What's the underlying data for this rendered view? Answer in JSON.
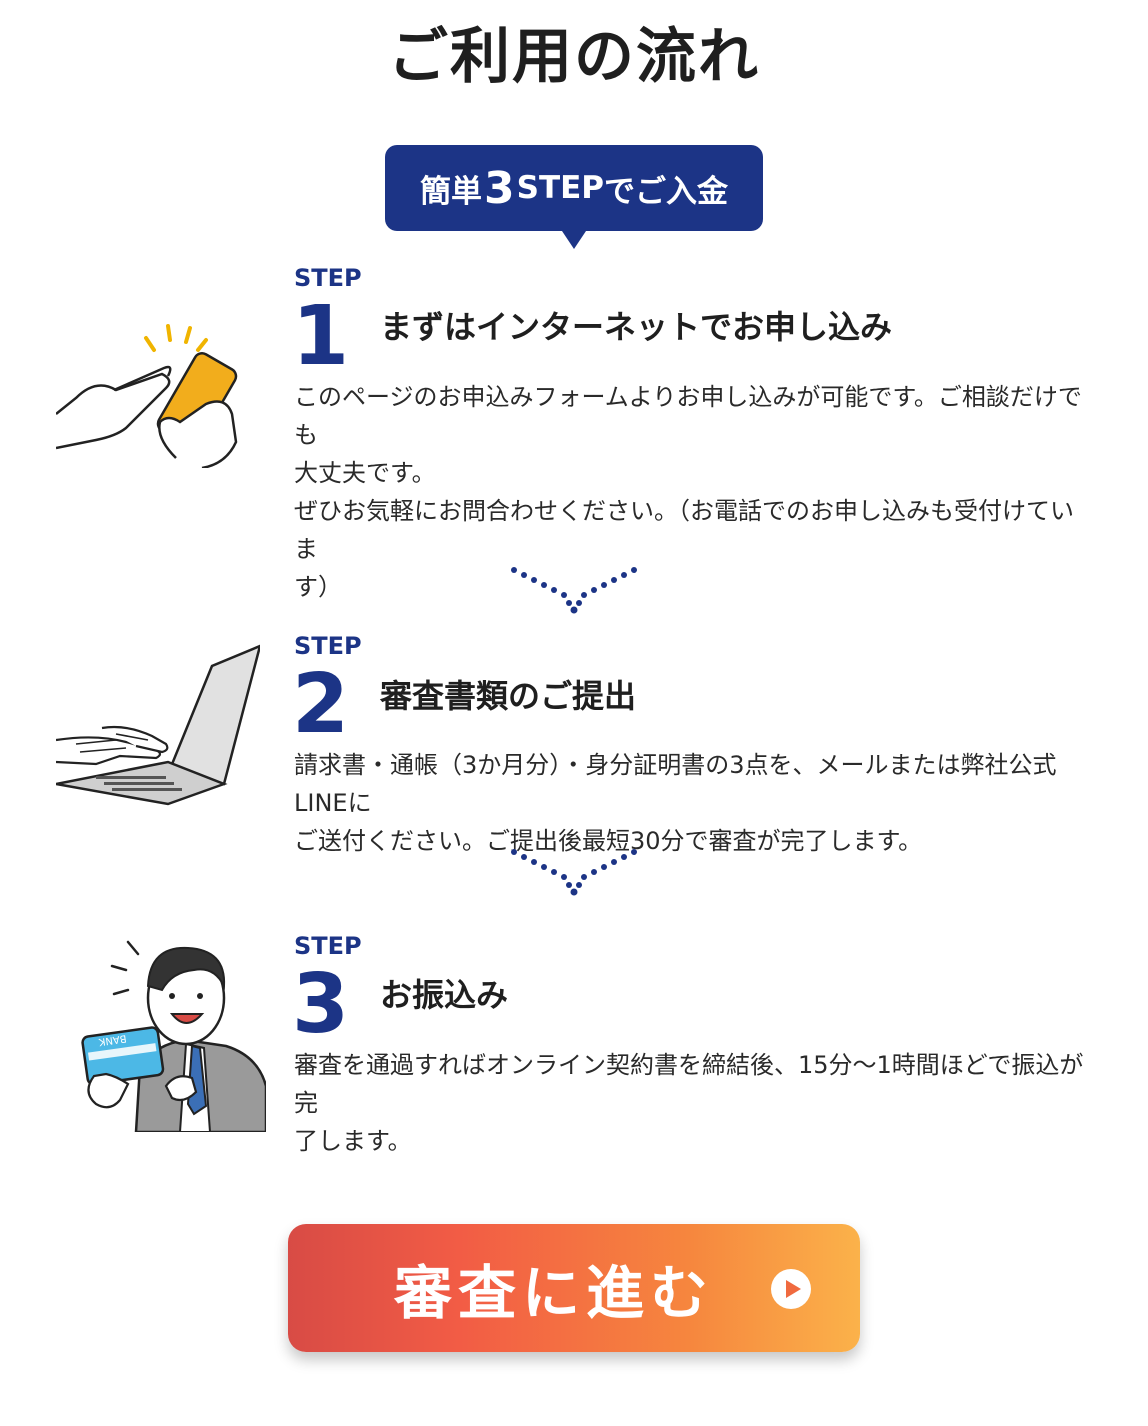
{
  "page": {
    "title": "ご利用の流れ"
  },
  "badge": {
    "pre": "簡単",
    "big": "3",
    "step": "STEP",
    "post": "でご入金"
  },
  "steps": [
    {
      "label": "STEP",
      "number": "1",
      "heading": "まずはインターネットでお申し込み",
      "lines": [
        "このページのお申込みフォームよりお申し込みが可能です。ご相談だけでも",
        "大丈夫です。",
        "ぜひお気軽にお問合わせください。（お電話でのお申し込みも受付けていま",
        "す）"
      ],
      "illustration": "hand-smartphone-icon"
    },
    {
      "label": "STEP",
      "number": "2",
      "heading": "審査書類のご提出",
      "lines": [
        "請求書・通帳（3か月分）・身分証明書の3点を、メールまたは弊社公式LINEに",
        "ご送付ください。ご提出後最短30分で審査が完了します。"
      ],
      "illustration": "laptop-typing-icon"
    },
    {
      "label": "STEP",
      "number": "3",
      "heading": "お振込み",
      "lines": [
        "審査を通過すればオンライン契約書を締結後、15分〜1時間ほどで振込が完",
        "了します。"
      ],
      "illustration": "businessman-bank-card-icon",
      "card_text": "BANK"
    }
  ],
  "cta": {
    "label": "審査に進む",
    "icon": "play-circle-icon"
  },
  "colors": {
    "accent": "#1c3486",
    "cta_start": "#d84b45",
    "cta_end": "#fbb24a"
  }
}
